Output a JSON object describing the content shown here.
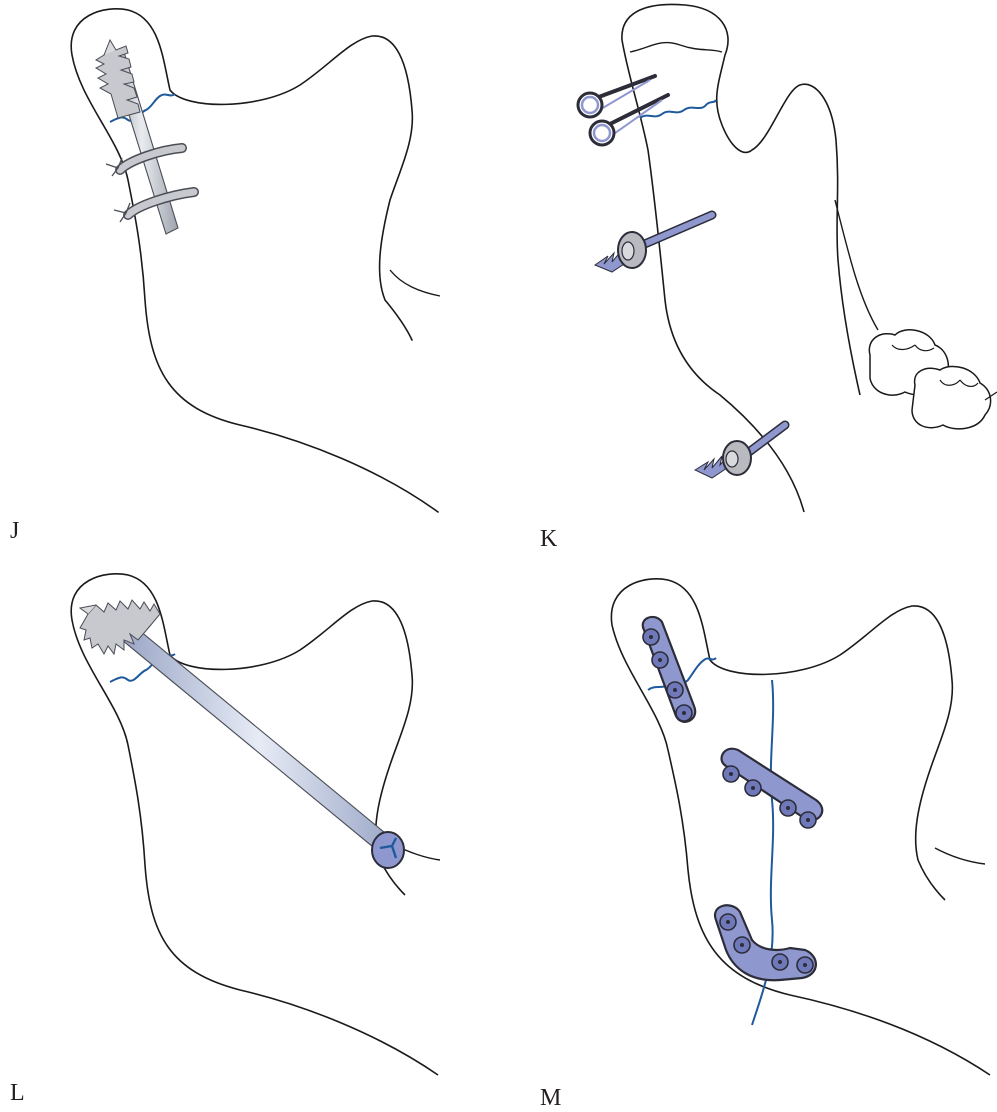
{
  "figure": {
    "panels": [
      {
        "id": "J",
        "label": "J",
        "fixation": "lag-screw-with-wire-loops"
      },
      {
        "id": "K",
        "label": "K",
        "fixation": "pins-and-washer-screws"
      },
      {
        "id": "L",
        "label": "L",
        "fixation": "long-lag-screw"
      },
      {
        "id": "M",
        "label": "M",
        "fixation": "miniplates"
      }
    ]
  },
  "colors": {
    "outline": "#1a1a1a",
    "fracture_line": "#1f5a9c",
    "metal_light": "#d9dadd",
    "metal_mid": "#b8bac0",
    "plate_fill": "#8f97cf",
    "plate_stroke": "#2d2d3a",
    "hole_fill": "#6f78b8"
  }
}
